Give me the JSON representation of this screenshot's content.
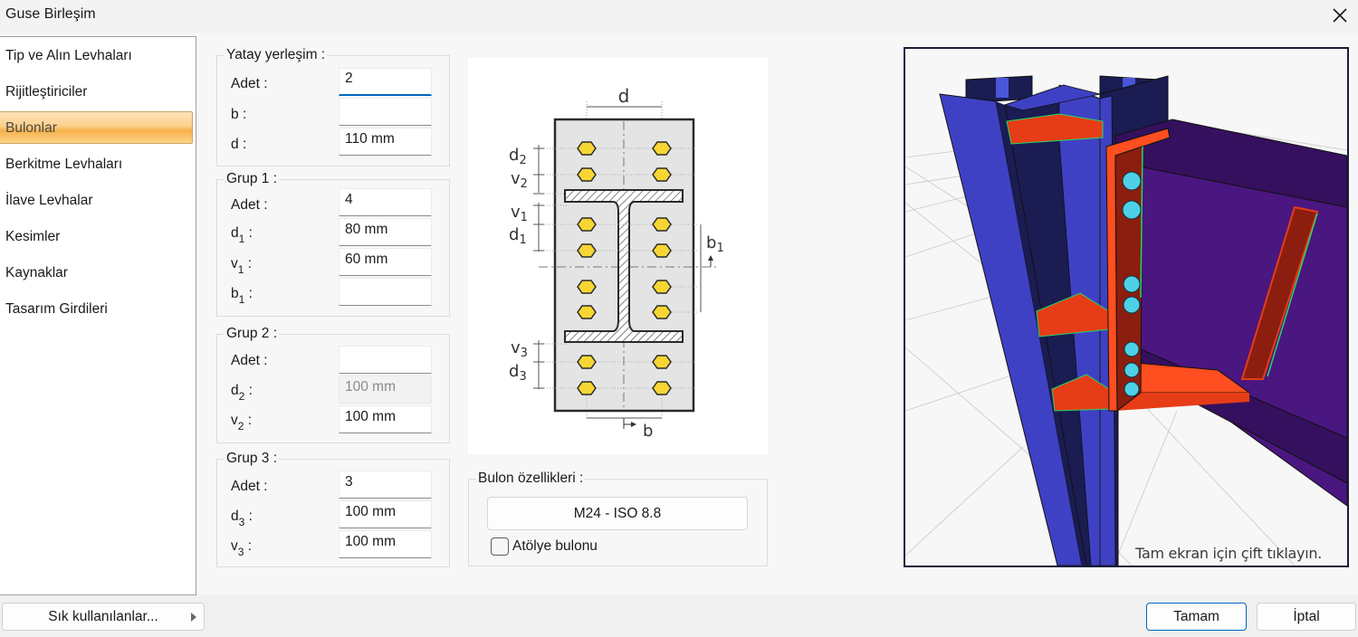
{
  "window": {
    "title": "Guse Birleşim",
    "close_icon": "close-x"
  },
  "sidebar": {
    "items": [
      {
        "label": "Tip ve Alın Levhaları",
        "active": false
      },
      {
        "label": "Rijitleştiriciler",
        "active": false
      },
      {
        "label": "Bulonlar",
        "active": true
      },
      {
        "label": "Berkitme Levhaları",
        "active": false
      },
      {
        "label": "İlave Levhalar",
        "active": false
      },
      {
        "label": "Kesimler",
        "active": false
      },
      {
        "label": "Kaynaklar",
        "active": false
      },
      {
        "label": "Tasarım Girdileri",
        "active": false
      }
    ]
  },
  "form": {
    "yatay": {
      "legend": "Yatay yerleşim :",
      "adet": {
        "label": "Adet :",
        "value": "2"
      },
      "b": {
        "label": "b",
        "value": ""
      },
      "d": {
        "label": "d",
        "value": "110 mm"
      }
    },
    "grup1": {
      "legend": "Grup 1 :",
      "adet": {
        "label": "Adet :",
        "value": "4"
      },
      "d1": {
        "label": "d",
        "sub": "1",
        "value": "80 mm"
      },
      "v1": {
        "label": "v",
        "sub": "1",
        "value": "60 mm"
      },
      "b1": {
        "label": "b",
        "sub": "1",
        "value": ""
      }
    },
    "grup2": {
      "legend": "Grup 2 :",
      "adet": {
        "label": "Adet :",
        "value": ""
      },
      "d2": {
        "label": "d",
        "sub": "2",
        "value": "100 mm",
        "disabled": true
      },
      "v2": {
        "label": "v",
        "sub": "2",
        "value": "100 mm"
      }
    },
    "grup3": {
      "legend": "Grup 3 :",
      "adet": {
        "label": "Adet :",
        "value": "3"
      },
      "d3": {
        "label": "d",
        "sub": "3",
        "value": "100 mm"
      },
      "v3": {
        "label": "v",
        "sub": "3",
        "value": "100 mm"
      }
    },
    "colon": ":"
  },
  "diagram": {
    "labels": {
      "d": "d",
      "d2": "d",
      "d2_sub": "2",
      "v2": "v",
      "v2_sub": "2",
      "v1": "v",
      "v1_sub": "1",
      "d1": "d",
      "d1_sub": "1",
      "b1": "b",
      "b1_sub": "1",
      "v3": "v",
      "v3_sub": "3",
      "d3": "d",
      "d3_sub": "3",
      "b": "b"
    },
    "colors": {
      "plate": "#e4e4e4",
      "bolt": "#f7d634",
      "outline": "#2a2a2a"
    }
  },
  "bolt_props": {
    "legend": "Bulon özellikleri :",
    "bolt_type": "M24 - ISO 8.8",
    "workshop_label": "Atölye bulonu",
    "workshop_checked": false
  },
  "viewport": {
    "hint": "Tam ekran için çift tıklayın.",
    "colors": {
      "column": "#3f41c4",
      "column_dark": "#1a1c52",
      "plate": "#e63c17",
      "beam": "#4a1680",
      "bolt": "#4ed0e6",
      "weld": "#22d866"
    }
  },
  "footer": {
    "favorites_label": "Sık kullanılanlar...",
    "ok_label": "Tamam",
    "cancel_label": "İptal"
  }
}
